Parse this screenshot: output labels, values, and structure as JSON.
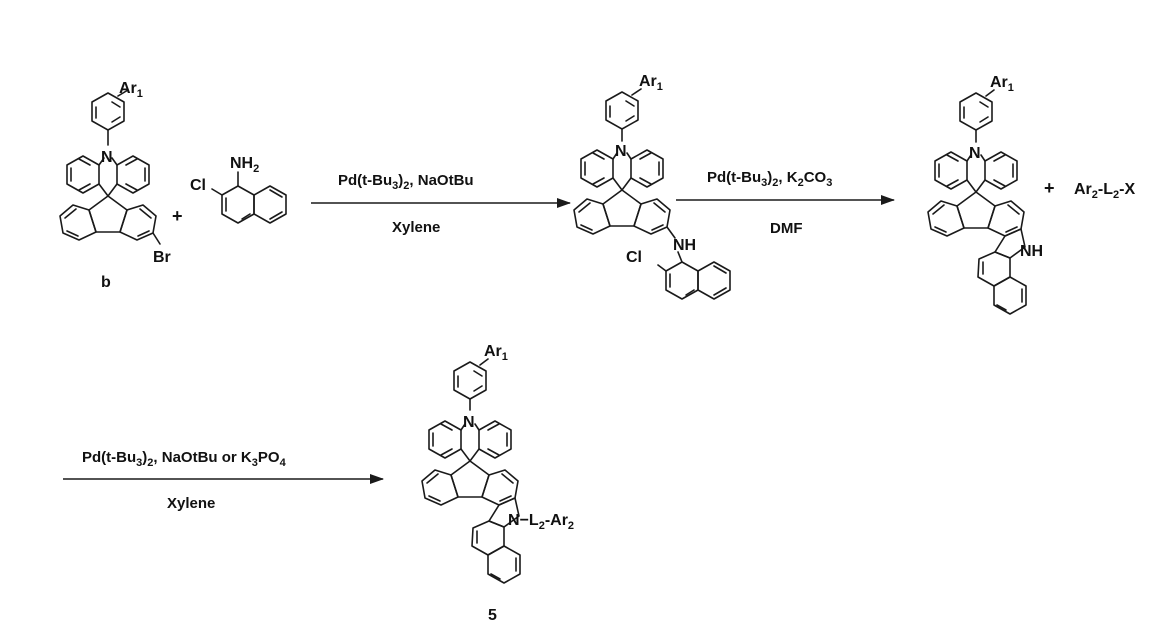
{
  "colors": {
    "ink": "#1a1a1a",
    "background": "#ffffff"
  },
  "labels": {
    "ar1": "Ar",
    "ar1_sub": "1",
    "n": "N",
    "br": "Br",
    "cl": "Cl",
    "nh2": "NH",
    "nh2_sub": "2",
    "nh": "NH",
    "compound_b": "b",
    "compound_5": "5",
    "plus": "+",
    "reagent_ar2": "Ar",
    "reagent_ar2_sub": "2",
    "reagent_l2": "-L",
    "reagent_l2_sub": "2",
    "reagent_x": "-X",
    "n_substituent_prefix": "N",
    "n_substituent": "−L",
    "n_substituent_sub1": "2",
    "n_substituent_mid": "-Ar",
    "n_substituent_sub2": "2"
  },
  "steps": [
    {
      "above_main": "Pd(t-Bu",
      "above_sub1": "3",
      "above_mid": ")",
      "above_sub2": "2",
      "above_rest": ", NaOtBu",
      "below": "Xylene"
    },
    {
      "above_main": "Pd(t-Bu",
      "above_sub1": "3",
      "above_mid": ")",
      "above_sub2": "2",
      "above_rest": ", K",
      "above_sub3": "2",
      "above_rest2": "CO",
      "above_sub4": "3",
      "below": "DMF"
    },
    {
      "above_main": "Pd(t-Bu",
      "above_sub1": "3",
      "above_mid": ")",
      "above_sub2": "2",
      "above_rest": ", NaOtBu or K",
      "above_sub3": "3",
      "above_rest2": "PO",
      "above_sub4": "4",
      "below": "Xylene"
    }
  ]
}
